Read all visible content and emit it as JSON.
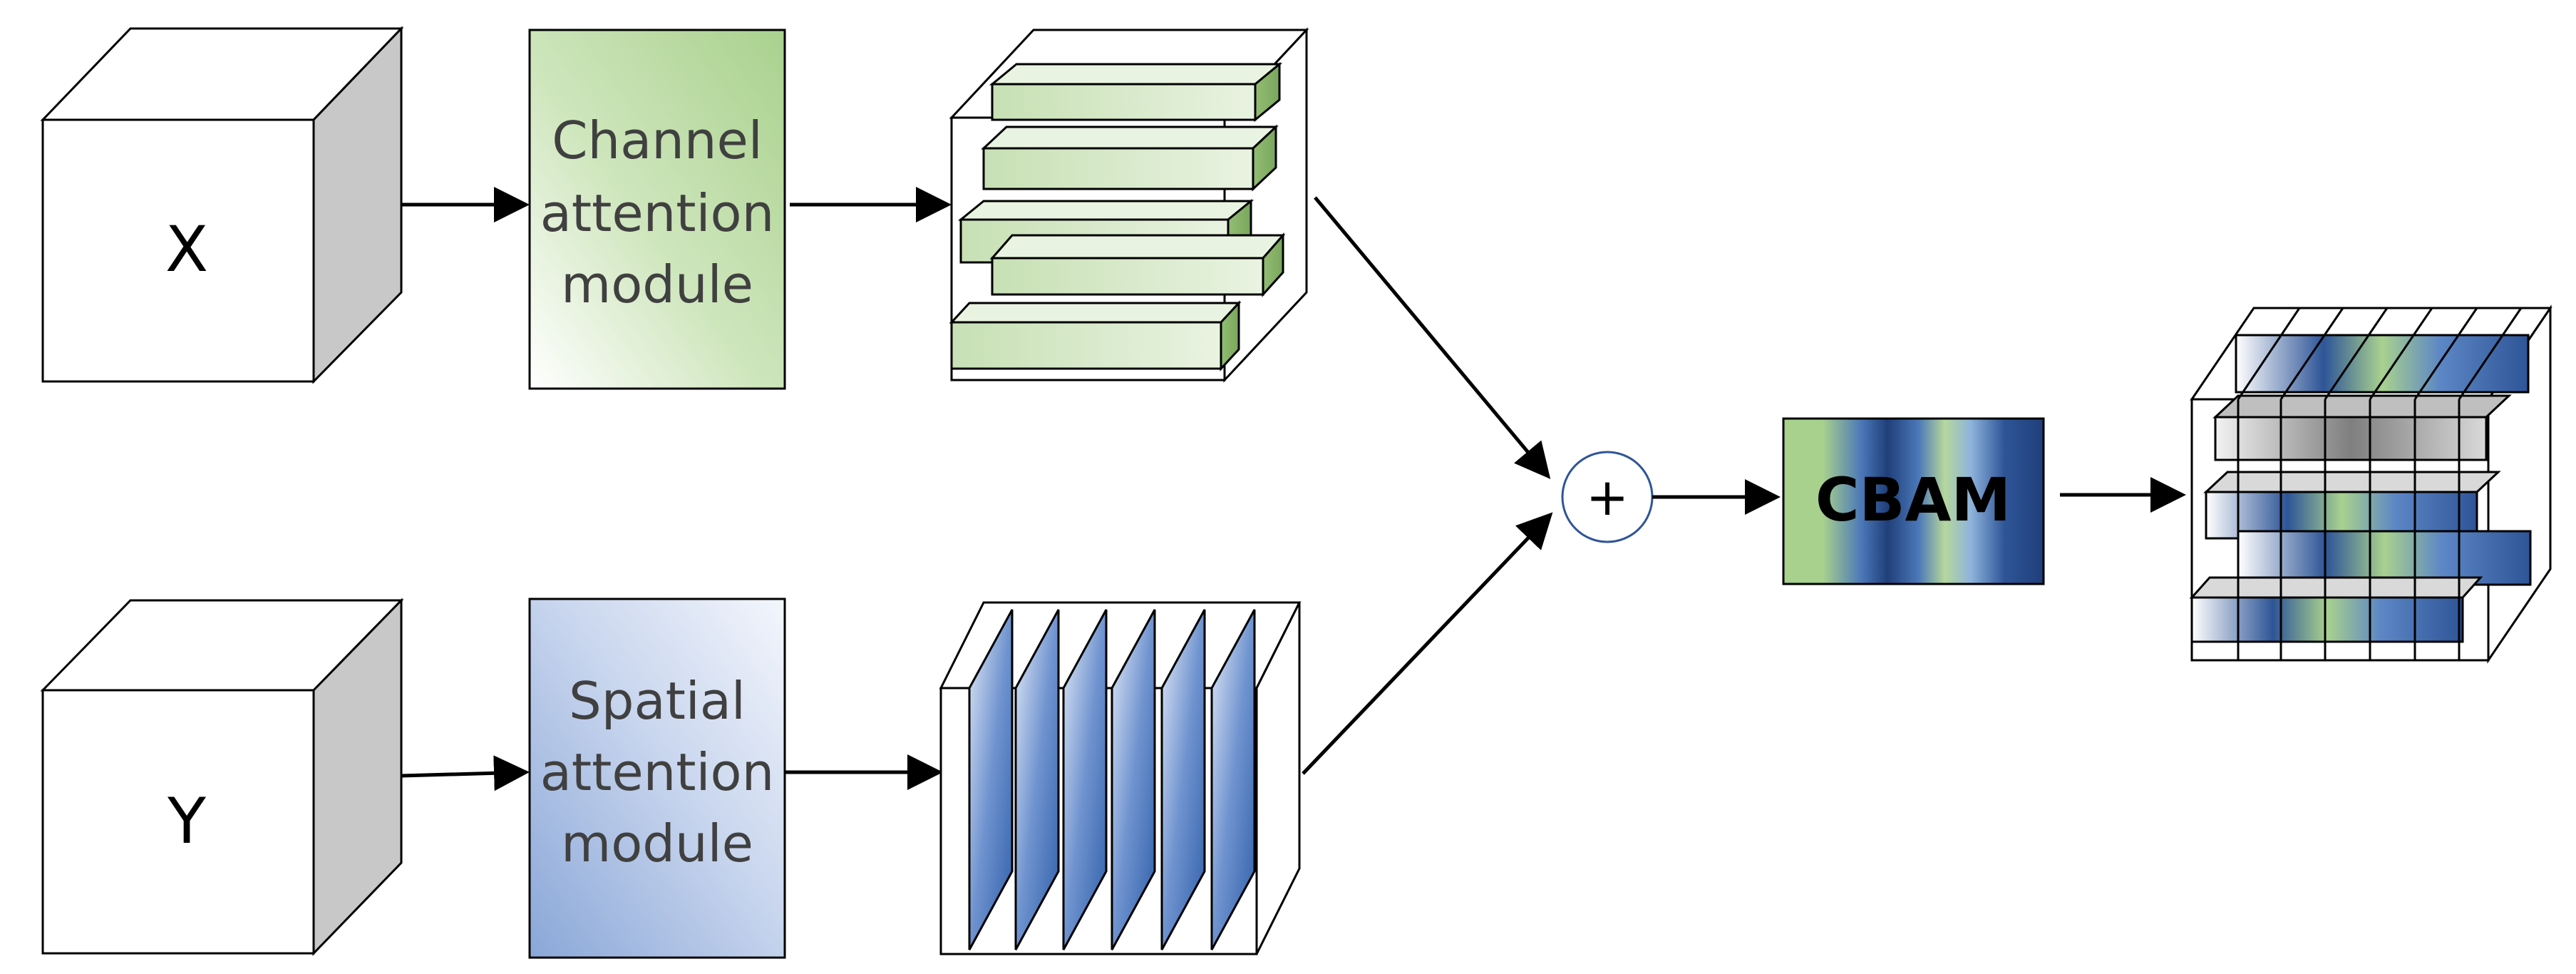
{
  "inputs": {
    "x_label": "X",
    "y_label": "Y"
  },
  "channel_module": {
    "line1": "Channel",
    "line2": "attention",
    "line3": "module"
  },
  "spatial_module": {
    "line1": "Spatial",
    "line2": "attention",
    "line3": "module"
  },
  "plus_symbol": "+",
  "cbam_label": "CBAM",
  "colors": {
    "green_light": "#eef6e8",
    "green": "#a9d18e",
    "blue_dark": "#2e5597",
    "blue_light": "#dbe5f4",
    "cube_side": "#c8c8c8",
    "stroke": "#000000",
    "circle_stroke": "#2f5597"
  }
}
